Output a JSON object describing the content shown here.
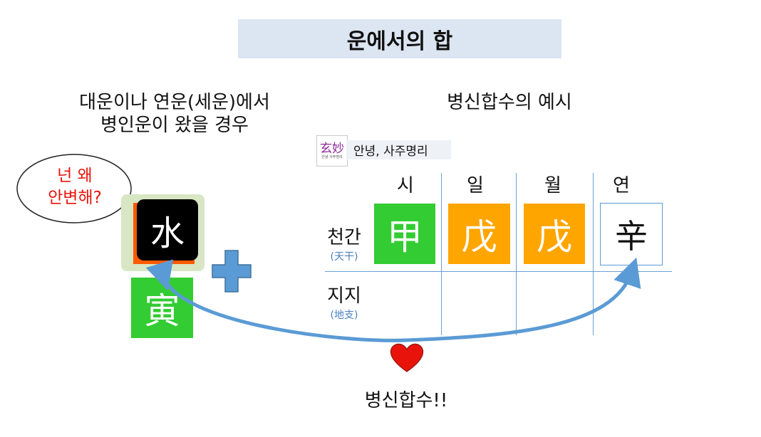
{
  "title": "운에서의 합",
  "left_caption": {
    "line1": "대운이나 연운(세운)에서",
    "line2": "병인운이 왔을 경우"
  },
  "right_caption": "병신합수의 예시",
  "speech_bubble": {
    "line1": "넌 왜",
    "line2": "안변해?"
  },
  "luck_pillar": {
    "stem": "水",
    "branch": "寅"
  },
  "logo": {
    "mark": "玄妙",
    "subtext": "안녕 사주명리"
  },
  "channel_name": "안녕, 사주명리",
  "chart": {
    "columns": [
      "시",
      "일",
      "월",
      "연"
    ],
    "rows": [
      {
        "label": "천간",
        "sub": "(天干)"
      },
      {
        "label": "지지",
        "sub": "(地支)"
      }
    ],
    "stems": [
      "甲",
      "戊",
      "戊",
      "辛"
    ]
  },
  "colors": {
    "green": "#33cc33",
    "orange": "#ffa500",
    "arrow_blue": "#5b9bd5",
    "red": "#e8140c",
    "title_bg": "#dce6f2"
  },
  "result_label": "병신합수!!"
}
